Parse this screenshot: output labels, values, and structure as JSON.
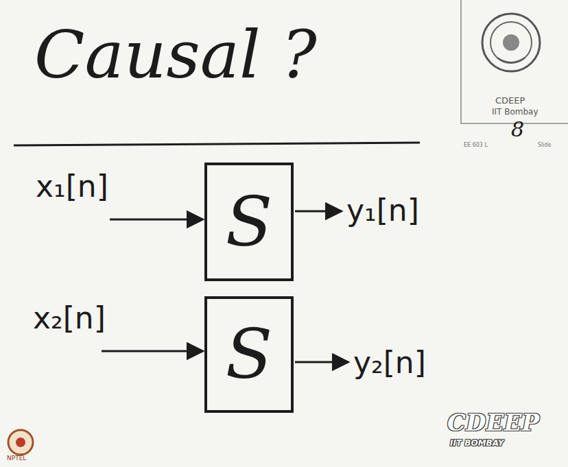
{
  "diagram": {
    "title": "Causal ?",
    "nodes": [
      {
        "text": [
          "S"
        ]
      },
      {
        "text": [
          "S"
        ]
      }
    ],
    "labels": [
      "x₁[n]",
      "y₁[n]",
      "x₂[n]",
      "y₂[n]",
      "CDEEP",
      "IIT Bombay",
      "EE 603 L",
      "Slide",
      "8",
      "CDEEP",
      "IIT BOMBAY",
      "NPTEL"
    ]
  }
}
